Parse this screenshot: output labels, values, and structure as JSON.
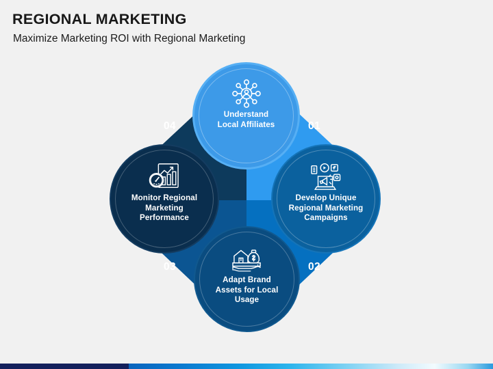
{
  "slide": {
    "title": "REGIONAL MARKETING",
    "subtitle": "Maximize Marketing ROI with Regional Marketing",
    "background_color": "#f1f1f1"
  },
  "diagram": {
    "type": "rounded-diamond-4-step-cycle",
    "nodes": [
      {
        "number": "01",
        "label": "Understand\nLocal Affiliates",
        "label_line1": "Understand",
        "label_line2": "Local Affiliates",
        "icon": "network-people-icon",
        "circle_color": "#3d9ae8",
        "quadrant_color": "#2f9bf0",
        "position": "top"
      },
      {
        "number": "02",
        "label": "Develop Unique\nRegional Marketing\nCampaigns",
        "label_line1": "Develop Unique",
        "label_line2": "Regional Marketing",
        "label_line3": "Campaigns",
        "icon": "laptop-megaphone-social-icon",
        "circle_color": "#0b619e",
        "quadrant_color": "#0570c0",
        "position": "right"
      },
      {
        "number": "03",
        "label": "Adapt Brand\nAssets for Local\nUsage",
        "label_line1": "Adapt Brand",
        "label_line2": "Assets for Local",
        "label_line3": "Usage",
        "icon": "house-money-bag-hand-icon",
        "circle_color": "#0a4c80",
        "quadrant_color": "#0b5592",
        "position": "bottom"
      },
      {
        "number": "04",
        "label": "Monitor Regional\nMarketing\nPerformance",
        "label_line1": "Monitor Regional",
        "label_line2": "Marketing",
        "label_line3": "Performance",
        "icon": "chart-report-gauge-icon",
        "circle_color": "#0a2e4e",
        "quadrant_color": "#0d3a5c",
        "position": "left"
      }
    ]
  },
  "footer": {
    "navy_color": "#14205c",
    "gradient_start": "#0a64bd",
    "gradient_end": "#2a9ade"
  }
}
